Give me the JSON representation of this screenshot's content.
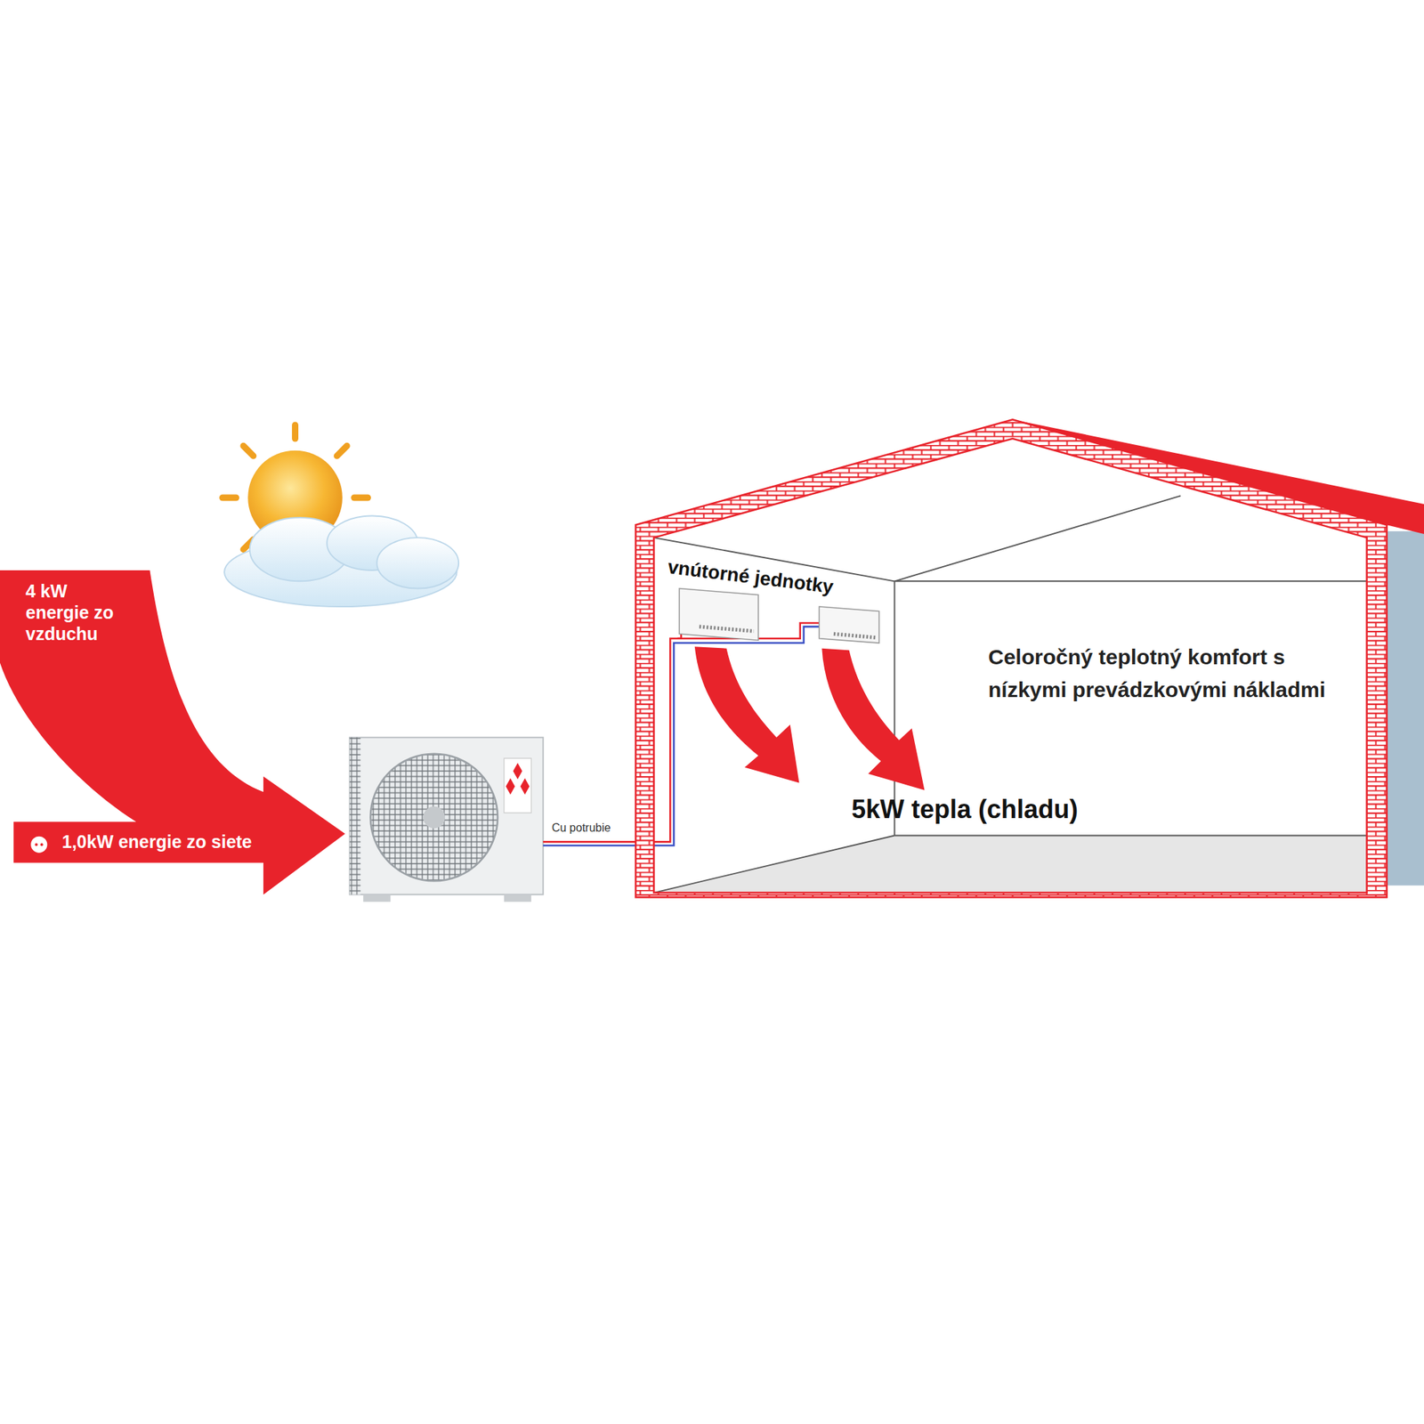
{
  "diagram": {
    "nodes": [
      {
        "text": [
          "4 kW energie zo vzduchu"
        ]
      },
      {
        "text": [
          "1,0kW energie zo siete"
        ]
      },
      {
        "text": [
          "vnútorné jednotky",
          "Celoročný teplotný komfort s nízkymi prevádzkovými nákladmi",
          "5kW tepla (chladu)"
        ]
      }
    ],
    "labels": [
      "Cu potrubie"
    ]
  }
}
